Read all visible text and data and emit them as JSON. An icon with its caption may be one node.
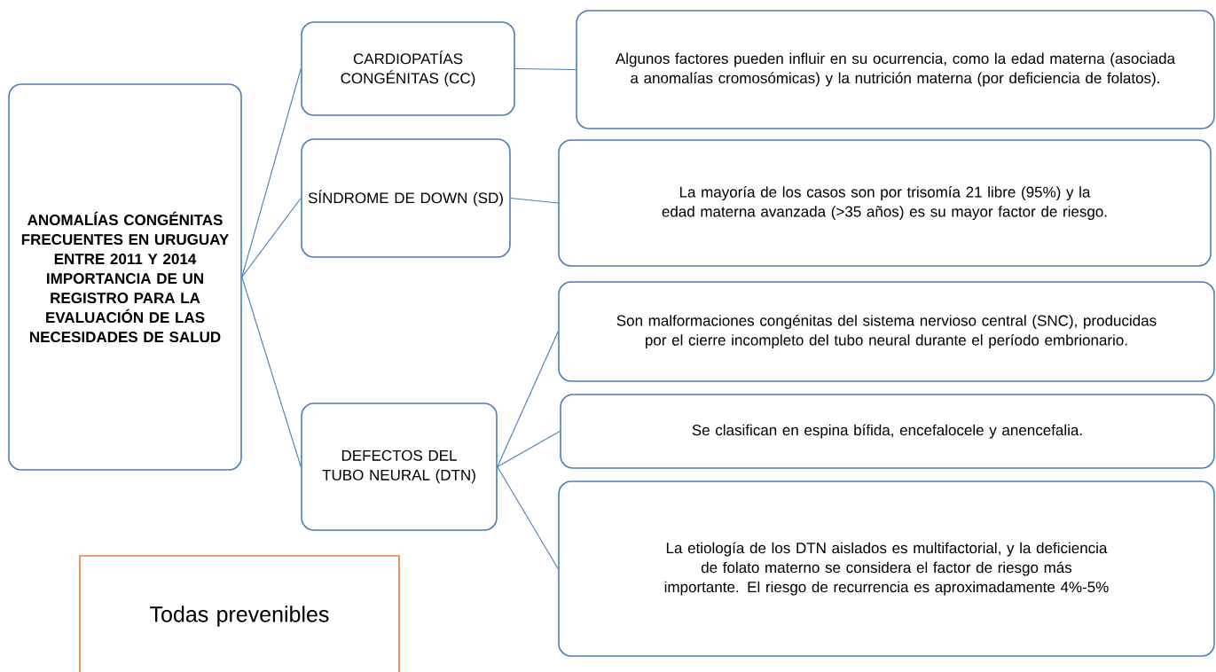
{
  "diagram": {
    "nodes": [
      {
        "text": [
          "ANOMALÍAS CONGÉNITAS FRECUENTES EN URUGUAY ENTRE 2011 Y 2014 IMPORTANCIA DE UN REGISTRO PARA LA EVALUACIÓN DE LAS NECESIDADES DE SALUD"
        ]
      },
      {
        "text": [
          "CARDIOPATÍAS CONGÉNITAS (CC)"
        ]
      },
      {
        "text": [
          "Algunos factores pueden influir en su ocurrencia, como la edad materna (asociada a anomalías cromosómicas) y la nutrición materna (por deficiencia de folatos)."
        ]
      },
      {
        "text": [
          "SÍNDROME DE DOWN (SD)"
        ]
      },
      {
        "text": [
          "La mayoría de los casos son por trisomía 21 libre (95%) y la edad materna avanzada (>35 años) es su mayor factor de riesgo."
        ]
      },
      {
        "text": [
          "DEFECTOS DEL TUBO NEURAL (DTN)"
        ]
      },
      {
        "text": [
          "Son malformaciones congénitas del sistema nervioso central (SNC), producidas por el cierre incompleto del tubo neural durante el período embrionario."
        ]
      },
      {
        "text": [
          "Se clasifican en espina bífida, encefalocele y anencefalia."
        ]
      },
      {
        "text": [
          "La etiología de los DTN aislados es multifactorial, y la deficiencia de folato materno se considera el factor de riesgo más importante. El riesgo de recurrencia es aproximadamente 4%-5%"
        ]
      },
      {
        "text": [
          "Todas prevenibles"
        ]
      }
    ],
    "edges": [
      {
        "from": 0,
        "to": 1,
        "arrow": "none"
      },
      {
        "from": 0,
        "to": 3,
        "arrow": "none"
      },
      {
        "from": 0,
        "to": 5,
        "arrow": "none"
      },
      {
        "from": 1,
        "to": 2,
        "arrow": "none"
      },
      {
        "from": 3,
        "to": 4,
        "arrow": "none"
      },
      {
        "from": 5,
        "to": 6,
        "arrow": "none"
      },
      {
        "from": 5,
        "to": 7,
        "arrow": "none"
      },
      {
        "from": 5,
        "to": 8,
        "arrow": "none"
      }
    ]
  }
}
